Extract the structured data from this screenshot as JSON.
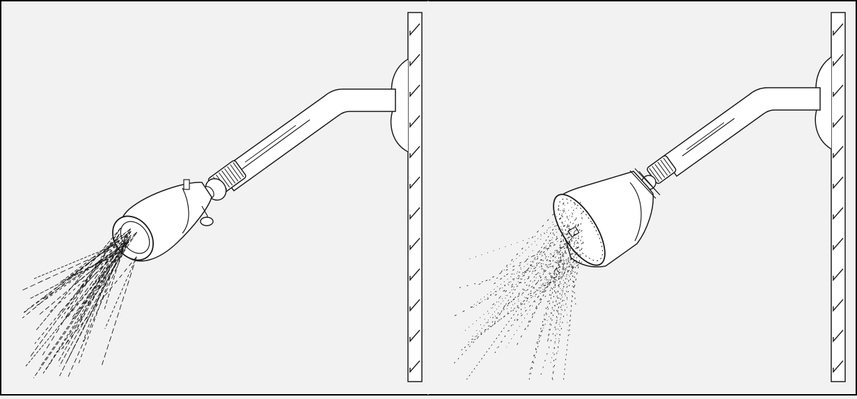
{
  "figure": {
    "panels": [
      {
        "id": "left",
        "subject": "adjustable-spray-showerhead",
        "spray_pattern": "needle-jets"
      },
      {
        "id": "right",
        "subject": "fixed-cone-showerhead",
        "spray_pattern": "fine-mist"
      }
    ],
    "colors": {
      "background": "#f2f2f2",
      "line": "#1a1a1a",
      "fill": "#ffffff",
      "frame": "#000000"
    }
  }
}
